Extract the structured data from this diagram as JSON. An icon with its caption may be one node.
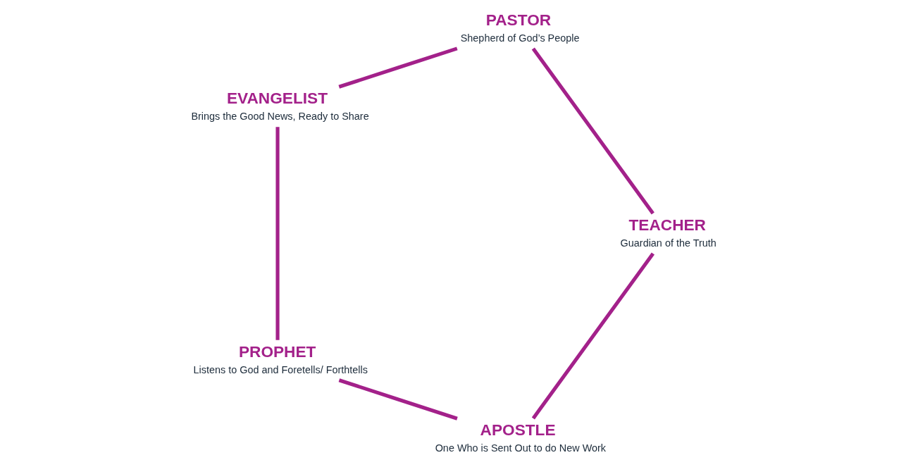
{
  "diagram": {
    "nodes": [
      {
        "text": [
          "APOSTLE",
          "One Who is Sent Out to do New Work"
        ]
      },
      {
        "text": [
          "PROPHET",
          "Listens to God and Foretells/ Forthtells"
        ]
      },
      {
        "text": [
          "TEACHER",
          "Guardian of the Truth"
        ]
      },
      {
        "text": [
          "EVANGELIST",
          "Brings the Good News, Ready to Share"
        ]
      },
      {
        "text": [
          "PASTOR",
          "Shepherd of God’s People"
        ]
      }
    ],
    "edges": [
      {
        "from": 0,
        "to": 1,
        "arrow": "none"
      },
      {
        "from": 1,
        "to": 3,
        "arrow": "none"
      },
      {
        "from": 3,
        "to": 4,
        "arrow": "none"
      },
      {
        "from": 4,
        "to": 2,
        "arrow": "none"
      },
      {
        "from": 2,
        "to": 0,
        "arrow": "none"
      }
    ]
  }
}
